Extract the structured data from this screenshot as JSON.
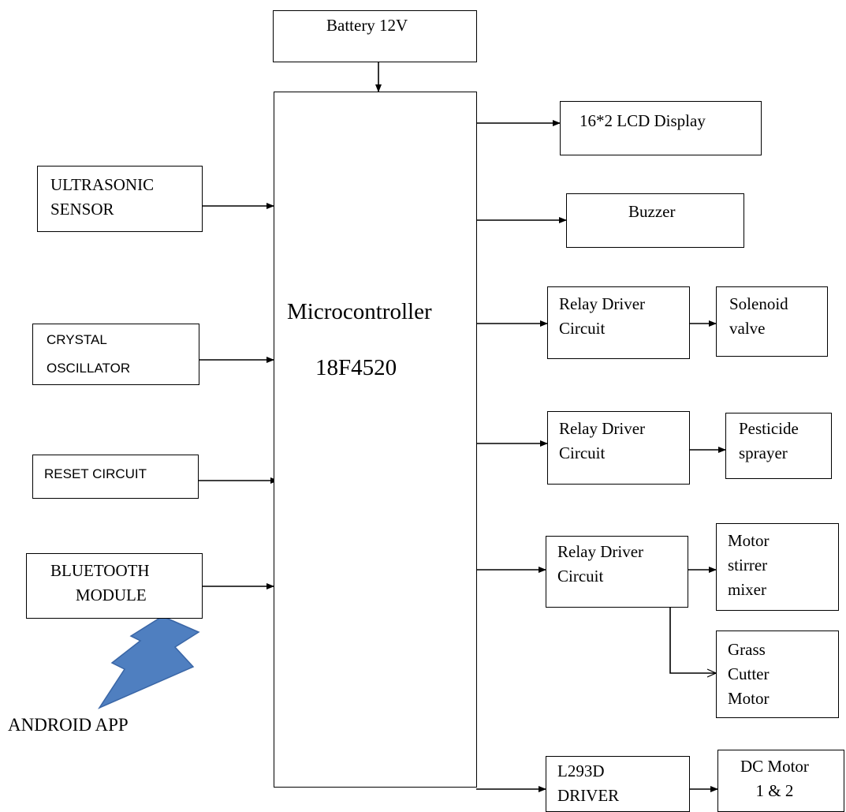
{
  "battery": "Battery 12V",
  "mcu": {
    "line1": "Microcontroller",
    "line2": "18F4520"
  },
  "inputs": {
    "ultrasonic": [
      "ULTRASONIC",
      "SENSOR"
    ],
    "crystal": [
      "CRYSTAL",
      "OSCILLATOR"
    ],
    "reset": "RESET CIRCUIT",
    "bluetooth": [
      "BLUETOOTH",
      "MODULE"
    ]
  },
  "android_app": "ANDROID APP",
  "outputs": {
    "lcd": "16*2 LCD Display",
    "buzzer": "Buzzer",
    "relay1": [
      "Relay Driver",
      "Circuit"
    ],
    "solenoid": [
      "Solenoid",
      "valve"
    ],
    "relay2": [
      "Relay Driver",
      "Circuit"
    ],
    "pesticide": [
      "Pesticide",
      "sprayer"
    ],
    "relay3": [
      "Relay Driver",
      "Circuit"
    ],
    "motor_stirrer": [
      "Motor",
      "stirrer",
      "mixer"
    ],
    "grass_cutter": [
      "Grass",
      "Cutter",
      "Motor"
    ],
    "l293d": [
      "L293D",
      "DRIVER"
    ],
    "dc_motor": [
      "DC Motor",
      "1 & 2"
    ]
  },
  "colors": {
    "lightning": "#4f7fc0",
    "lightning_stroke": "#3a66a6",
    "line": "#000000"
  }
}
